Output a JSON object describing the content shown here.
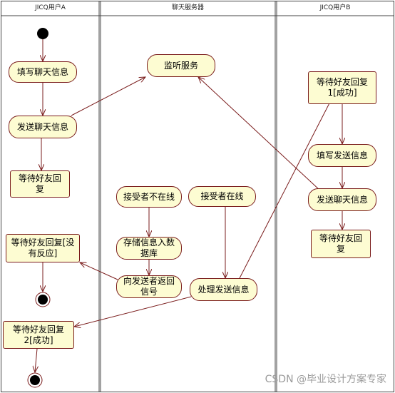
{
  "lanes": {
    "user_a": "JICQ用户A",
    "server": "聊天服务器",
    "user_b": "JICQ用户B"
  },
  "nodes": {
    "fill_chat_info": "填写聊天信息",
    "send_chat_info_a": "发送聊天信息",
    "wait_friend_reply_a": "等待好友回复",
    "wait_no_response": "等待好友回复[没有反应]",
    "wait_reply2_success": "等待好友回复2[成功]",
    "listen_service": "监听服务",
    "receiver_offline": "接受者不在线",
    "receiver_online": "接受者在线",
    "store_to_db": "存储信息入数据库",
    "return_signal": "向发送者返回信号",
    "process_send": "处理发送信息",
    "wait_reply1_success": "等待好友回复1[成功]",
    "fill_send_info": "填写发送信息",
    "send_chat_info_b": "发送聊天信息",
    "wait_friend_reply_b": "等待好友回复"
  },
  "watermark": "CSDN @毕业设计方案专家"
}
